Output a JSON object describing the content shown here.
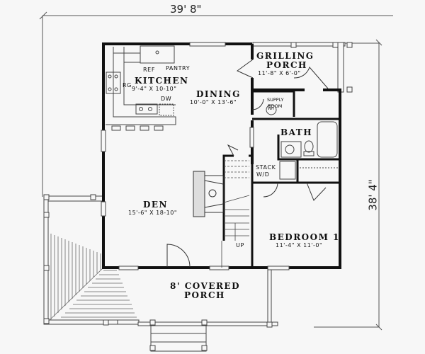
{
  "overall_dimensions": {
    "width": "39' 8\"",
    "depth": "38' 4\""
  },
  "rooms": {
    "kitchen": {
      "name": "KITCHEN",
      "size": "9'-4\" X 10-10\""
    },
    "dining": {
      "name": "DINING",
      "size": "10'-0\" X 13'-6\""
    },
    "grilling_porch": {
      "name_line1": "GRILLING",
      "name_line2": "PORCH",
      "size": "11'-8\" X 6'-0\""
    },
    "supply_room": {
      "name_line1": "SUPPLY",
      "name_line2": "ROOM"
    },
    "bath": {
      "name": "BATH"
    },
    "den": {
      "name": "DEN",
      "size": "15'-6\" X 18-10\""
    },
    "bedroom1": {
      "name": "BEDROOM 1",
      "size": "11'-4\" X 11'-0\""
    },
    "covered_porch": {
      "name_line1": "8' COVERED",
      "name_line2": "PORCH"
    }
  },
  "fixtures": {
    "ref": "REF",
    "pantry": "PANTRY",
    "range": "RG",
    "dishwasher": "DW",
    "water_heater": "WH",
    "stack_wd_line1": "STACK",
    "stack_wd_line2": "W/D",
    "stairs_up": "UP"
  },
  "colors": {
    "wall": "#111111",
    "line": "#555555",
    "background": "#f7f7f7"
  }
}
